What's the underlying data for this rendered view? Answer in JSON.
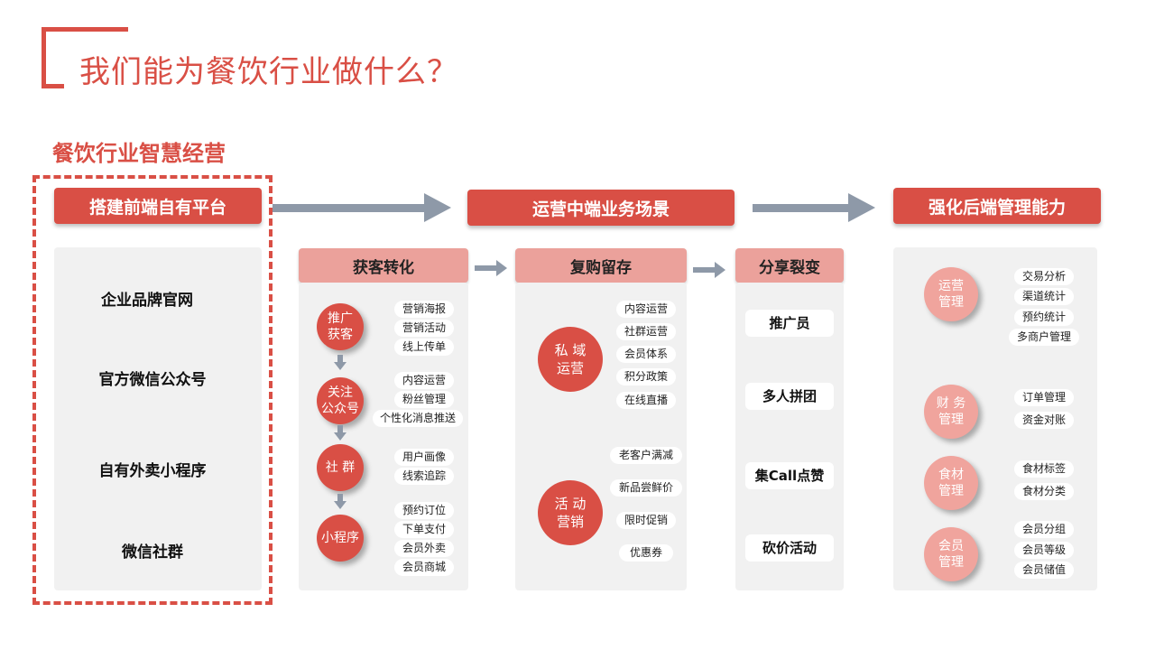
{
  "title": "我们能为餐饮行业做什么？",
  "subtitle": "餐饮行业智慧经营",
  "stage1": {
    "header": "搭建前端自有平台",
    "items": [
      "企业品牌官网",
      "官方微信公众号",
      "自有外卖小程序",
      "微信社群"
    ]
  },
  "stage2": {
    "header": "运营中端业务场景",
    "col1": {
      "header": "获客转化",
      "groups": [
        {
          "circle": "推广\n获客",
          "pills": [
            "营销海报",
            "营销活动",
            "线上传单"
          ]
        },
        {
          "circle": "关注\n公众号",
          "pills": [
            "内容运营",
            "粉丝管理",
            "个性化消息推送"
          ]
        },
        {
          "circle": "社 群",
          "pills": [
            "用户画像",
            "线索追踪"
          ]
        },
        {
          "circle": "小程序",
          "pills": [
            "预约订位",
            "下单支付",
            "会员外卖",
            "会员商城"
          ]
        }
      ]
    },
    "col2": {
      "header": "复购留存",
      "groups": [
        {
          "circle": "私 域\n运营",
          "pills": [
            "内容运营",
            "社群运营",
            "会员体系",
            "积分政策",
            "在线直播"
          ]
        },
        {
          "circle": "活 动\n营销",
          "pills": [
            "老客户满减",
            "新品尝鲜价",
            "限时促销",
            "优惠券"
          ]
        }
      ]
    },
    "col3": {
      "header": "分享裂变",
      "items": [
        "推广员",
        "多人拼团",
        "集Call点赞",
        "砍价活动"
      ]
    }
  },
  "stage3": {
    "header": "强化后端管理能力",
    "groups": [
      {
        "circle": "运营\n管理",
        "pills": [
          "交易分析",
          "渠道统计",
          "预约统计",
          "多商户管理"
        ]
      },
      {
        "circle": "财 务\n管理",
        "pills": [
          "订单管理",
          "资金对账"
        ]
      },
      {
        "circle": "食材\n管理",
        "pills": [
          "食材标签",
          "食材分类"
        ]
      },
      {
        "circle": "会员\n管理",
        "pills": [
          "会员分组",
          "会员等级",
          "会员储值"
        ]
      }
    ]
  },
  "colors": {
    "accent": "#d94f45",
    "soft": "#eba19b",
    "panel": "#f1f1f1",
    "arrow": "#8e99a8"
  },
  "icons": [
    "right-arrow-icon",
    "down-arrow-icon"
  ]
}
